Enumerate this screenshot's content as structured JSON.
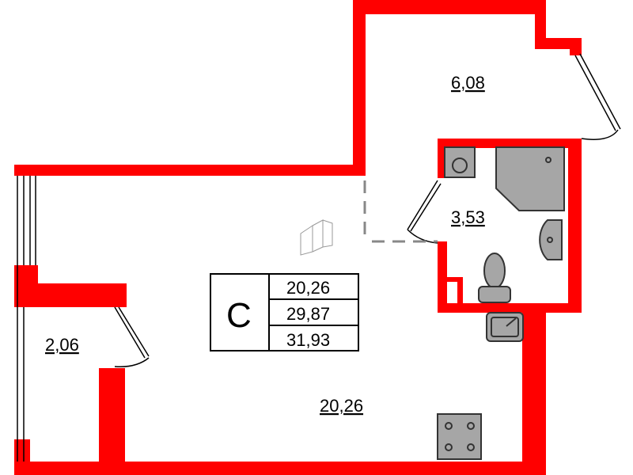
{
  "rooms": {
    "storage": "6,08",
    "bathroom": "3,53",
    "balcony": "2,06",
    "living": "20,26"
  },
  "summary": {
    "type_letter": "С",
    "living_area": "20,26",
    "total_area": "29,87",
    "total_with_balcony": "31,93"
  },
  "colors": {
    "wall": "#ff0000",
    "fixture": "#a6a6a6"
  }
}
